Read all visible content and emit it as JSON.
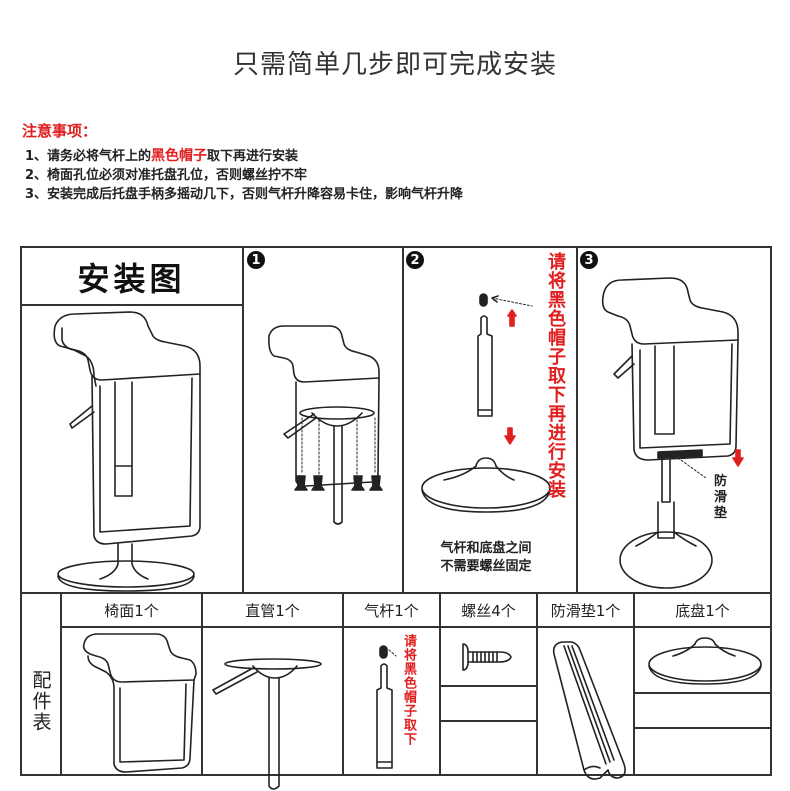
{
  "header": {
    "title": "只需简单几步即可完成安装"
  },
  "notes": {
    "heading": "注意事项：",
    "items": [
      {
        "prefix": "1、请务必将气杆上的",
        "highlight": "黑色帽子",
        "suffix": "取下再进行安装"
      },
      {
        "prefix": "2、椅面孔位必须对准托盘孔位，否则螺丝拧不牢",
        "highlight": "",
        "suffix": ""
      },
      {
        "prefix": "3、安装完成后托盘手柄多摇动几下，否则气杆升降容易卡住，影响气杆升降",
        "highlight": "",
        "suffix": ""
      }
    ]
  },
  "installation": {
    "label": "安装图",
    "steps": [
      {
        "number": "1"
      },
      {
        "number": "2",
        "side_note": "请将黑色帽子取下再进行安装",
        "caption_line1": "气杆和底盘之间",
        "caption_line2": "不需要螺丝固定"
      },
      {
        "number": "3",
        "callout": "防滑垫"
      }
    ]
  },
  "parts": {
    "label": "配件表",
    "items": [
      {
        "name": "椅面1个",
        "icon": "seat-icon"
      },
      {
        "name": "直管1个",
        "icon": "tray-tube-icon"
      },
      {
        "name": "气杆1个",
        "icon": "gas-lift-icon",
        "note": "请将黑色帽子取下"
      },
      {
        "name": "螺丝4个",
        "icon": "screw-icon"
      },
      {
        "name": "防滑垫1个",
        "icon": "anti-slip-pad-icon"
      },
      {
        "name": "底盘1个",
        "icon": "base-icon"
      }
    ]
  },
  "colors": {
    "accent_red": "#e02020",
    "line": "#333333"
  }
}
